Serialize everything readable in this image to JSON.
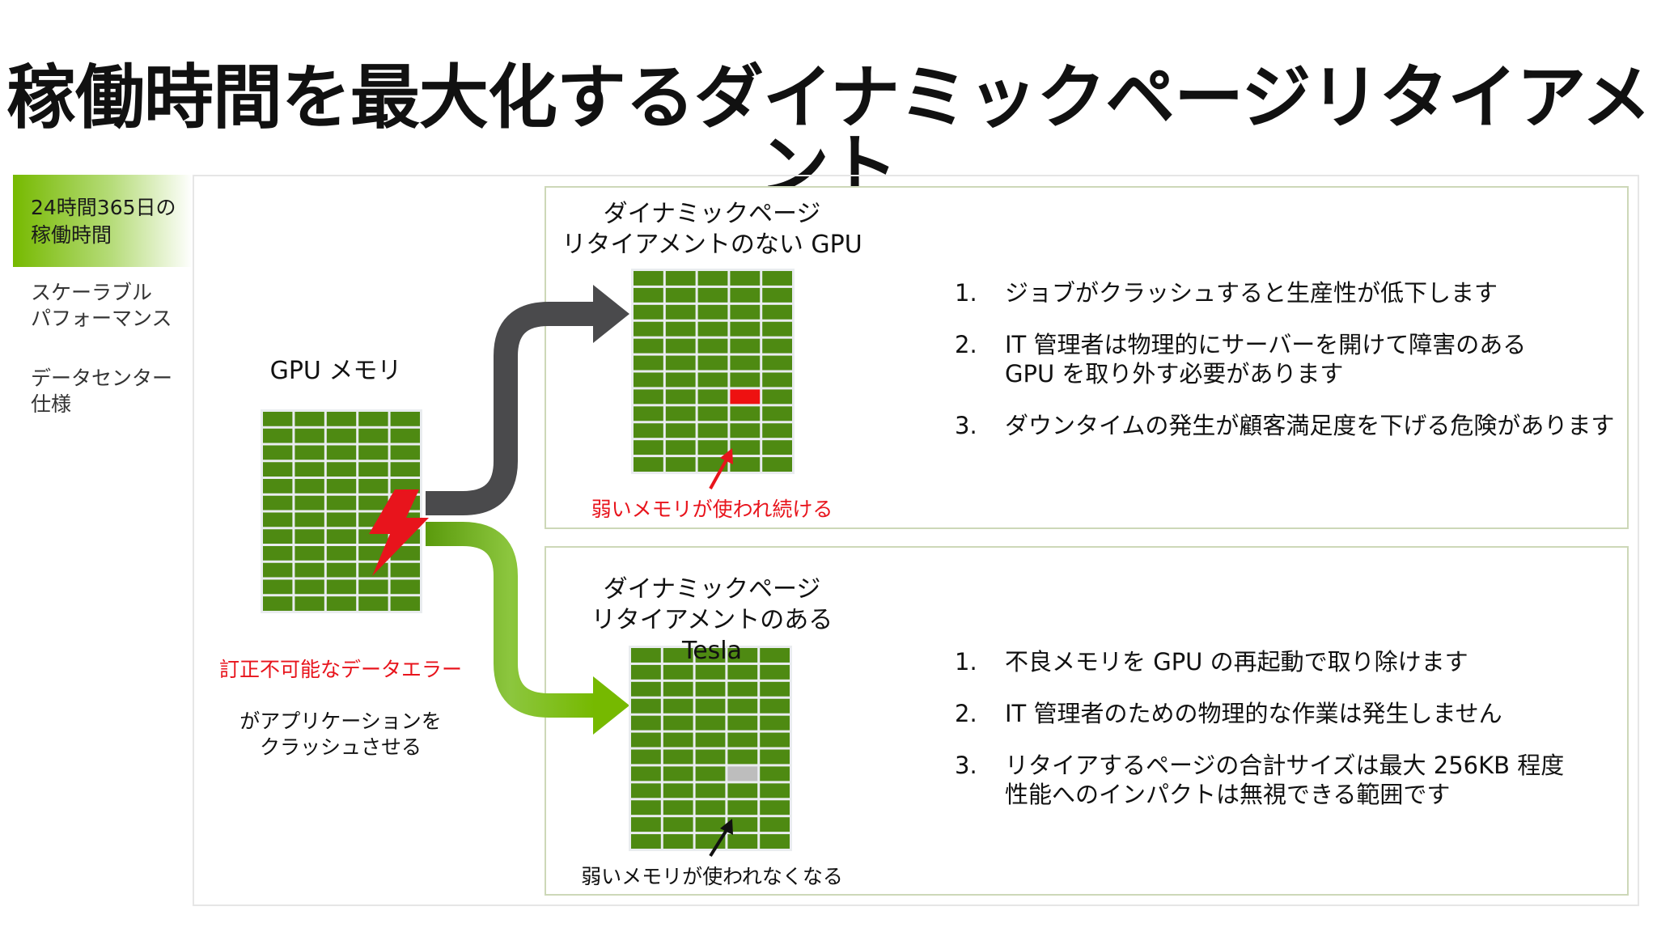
{
  "title": "稼働時間を最大化するダイナミックページリタイアメント",
  "sidebar": {
    "items": [
      {
        "label": "24時間365日の\n稼働時間",
        "active": true
      },
      {
        "label": "スケーラブル\nパフォーマンス",
        "active": false
      },
      {
        "label": "データセンター\n仕様",
        "active": false
      }
    ]
  },
  "left": {
    "memory_label": "GPU メモリ",
    "error_label": "訂正不可能なデータエラー",
    "error_caption": "がアプリケーションを\nクラッシュさせる"
  },
  "panel_top": {
    "heading": "ダイナミックページ\nリタイアメントのない GPU",
    "caption": "弱いメモリが使われ続ける",
    "list": [
      {
        "num": "1.",
        "text": "ジョブがクラッシュすると生産性が低下します"
      },
      {
        "num": "2.",
        "text": "IT 管理者は物理的にサーバーを開けて障害のある\nGPU を取り外す必要があります"
      },
      {
        "num": "3.",
        "text": "ダウンタイムの発生が顧客満足度を下げる危険があります"
      }
    ]
  },
  "panel_bottom": {
    "heading": "ダイナミックページ\nリタイアメントのある Tesla",
    "caption": "弱いメモリが使われなくなる",
    "list": [
      {
        "num": "1.",
        "text": "不良メモリを GPU の再起動で取り除けます"
      },
      {
        "num": "2.",
        "text": "IT 管理者のための物理的な作業は発生しません"
      },
      {
        "num": "3.",
        "text": "リタイアするページの合計サイズは最大 256KB 程度\n性能へのインパクトは無視できる範囲です"
      }
    ]
  },
  "colors": {
    "nvidia_green": "#76b900",
    "memory_green": "#4e8a12",
    "bad_cell": "#ee1111",
    "retired_cell": "#bdbdbd",
    "arrow_dark": "#4a4a4c",
    "error_red": "#e8141c"
  },
  "icons": [
    "lightning-icon",
    "arrow-icon"
  ]
}
